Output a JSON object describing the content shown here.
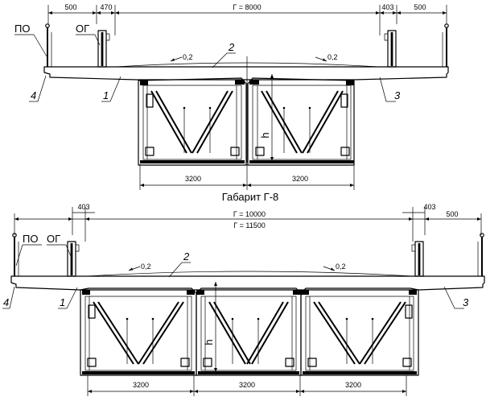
{
  "top": {
    "dims": {
      "left_sidewalk": "500",
      "left_barrier": "470",
      "carriageway": "Г = 8000",
      "right_barrier": "403",
      "right_sidewalk": "500"
    },
    "labels": {
      "po": "ПО",
      "og": "ОГ"
    },
    "slopes": {
      "left": "0,2",
      "right": "0,2"
    },
    "callouts": {
      "n1": "1",
      "n2": "2",
      "n3": "3",
      "n4": "4"
    },
    "height": "h",
    "bottom_dims": [
      "3200",
      "3200"
    ]
  },
  "caption": "Габарит Г-8",
  "bottom": {
    "dims": {
      "left_barrier": "403",
      "carriageway_a": "Г = 10000",
      "carriageway_b": "Г = 11500",
      "right_barrier": "403",
      "right_sidewalk": "500"
    },
    "labels": {
      "po": "ПО",
      "og": "ОГ"
    },
    "slopes": {
      "left": "0,2",
      "right": "0,2"
    },
    "callouts": {
      "n1": "1",
      "n2": "2",
      "n3": "3",
      "n4": "4"
    },
    "height": "h",
    "bottom_dims": [
      "3200",
      "3200",
      "3200"
    ]
  }
}
